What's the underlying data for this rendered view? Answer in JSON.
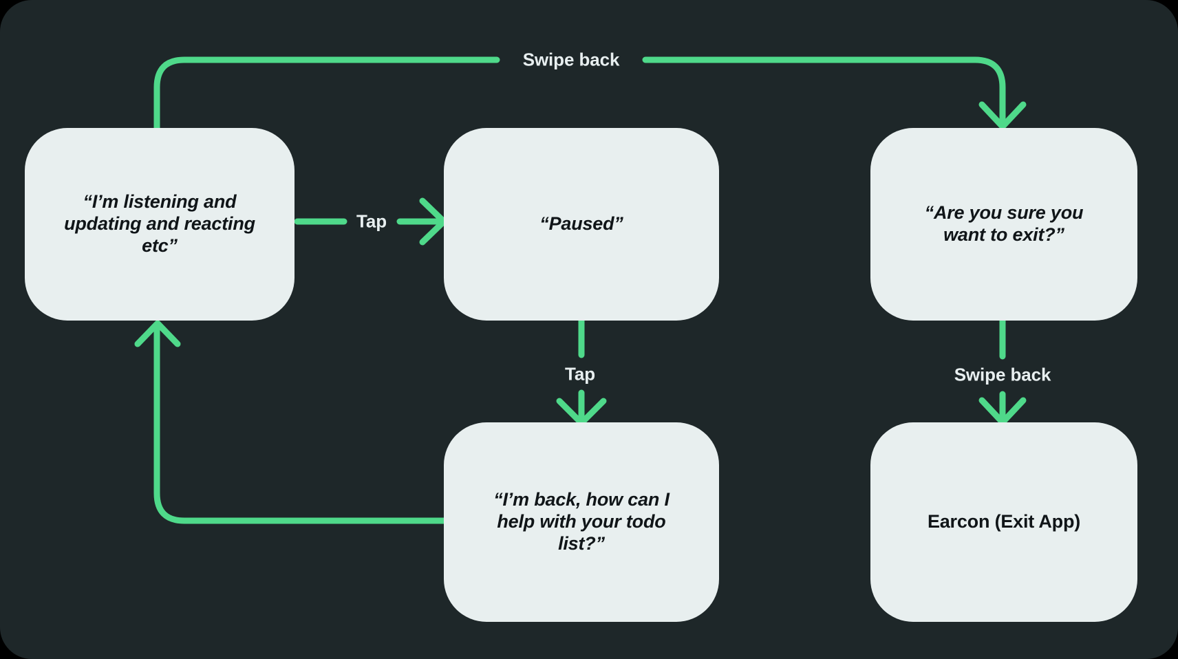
{
  "canvas": {
    "background_color": "#1e2729",
    "node_fill_color": "#e8efef",
    "node_text_color": "#101518",
    "edge_color": "#4fd98a",
    "edge_label_color": "#e8eff0"
  },
  "chart_data": {
    "type": "diagram",
    "title": "",
    "nodes": [
      {
        "id": "listening",
        "label": "“I’m listening and updating and reacting etc”",
        "style": "italic"
      },
      {
        "id": "paused",
        "label": "“Paused”",
        "style": "italic"
      },
      {
        "id": "are-you-sure",
        "label": "“Are you sure you want to exit?”",
        "style": "italic"
      },
      {
        "id": "im-back",
        "label": "“I’m back, how can I help with your todo list?”",
        "style": "italic"
      },
      {
        "id": "earcon",
        "label": "Earcon (Exit App)",
        "style": "plain"
      }
    ],
    "edges": [
      {
        "from": "listening",
        "to": "paused",
        "label": "Tap",
        "direction": "right"
      },
      {
        "from": "paused",
        "to": "im-back",
        "label": "Tap",
        "direction": "down"
      },
      {
        "from": "im-back",
        "to": "listening",
        "label": "",
        "direction": "up-left-loop"
      },
      {
        "from": "listening",
        "to": "are-you-sure",
        "label": "Swipe back",
        "direction": "top-loop-right"
      },
      {
        "from": "are-you-sure",
        "to": "earcon",
        "label": "Swipe back",
        "direction": "down"
      }
    ]
  },
  "nodes": {
    "listening": {
      "label": "“I’m listening and\nupdating and reacting\netc”"
    },
    "paused": {
      "label": "“Paused”"
    },
    "are_you_sure": {
      "label": "“Are you sure you\nwant to exit?”"
    },
    "im_back": {
      "label": "“I’m back, how can I\nhelp with your todo\nlist?”"
    },
    "earcon": {
      "label": "Earcon (Exit App)"
    }
  },
  "edge_labels": {
    "swipe_back_top": "Swipe back",
    "tap_horizontal": "Tap",
    "tap_vertical": "Tap",
    "swipe_back_right": "Swipe back"
  }
}
